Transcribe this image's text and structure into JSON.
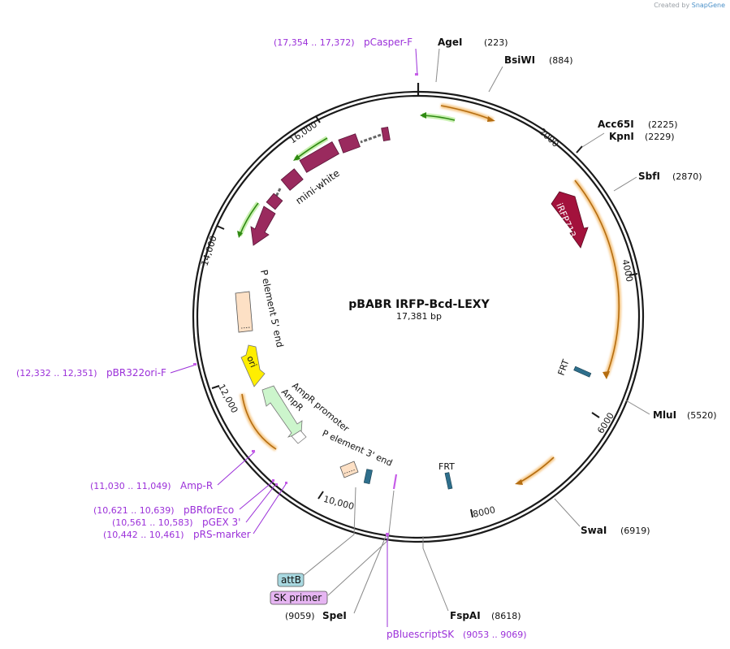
{
  "watermark": {
    "prefix": "Created by",
    "brand": "SnapGene"
  },
  "plasmid": {
    "name": "pBABR IRFP-Bcd-LEXY",
    "length": "17,381 bp"
  },
  "ticks": [
    "2000",
    "4000",
    "6000",
    "8000",
    "10,000",
    "12,000",
    "14,000",
    "16,000"
  ],
  "enzymes": [
    {
      "name": "AgeI",
      "pos": "(223)"
    },
    {
      "name": "BsiWI",
      "pos": "(884)"
    },
    {
      "name": "Acc65I",
      "pos": "(2225)"
    },
    {
      "name": "KpnI",
      "pos": "(2229)"
    },
    {
      "name": "SbfI",
      "pos": "(2870)"
    },
    {
      "name": "MluI",
      "pos": "(5520)"
    },
    {
      "name": "SwaI",
      "pos": "(6919)"
    },
    {
      "name": "FspAI",
      "pos": "(8618)"
    },
    {
      "name": "SpeI",
      "pos": "(9059)"
    }
  ],
  "primers": [
    {
      "name": "pCasper-F",
      "range": "(17,354 .. 17,372)"
    },
    {
      "name": "pBR322ori-F",
      "range": "(12,332 .. 12,351)"
    },
    {
      "name": "Amp-R",
      "range": "(11,030 .. 11,049)"
    },
    {
      "name": "pBRforEco",
      "range": "(10,621 .. 10,639)"
    },
    {
      "name": "pGEX 3'",
      "range": "(10,561 .. 10,583)"
    },
    {
      "name": "pRS-marker",
      "range": "(10,442 .. 10,461)"
    },
    {
      "name": "pBluescriptSK",
      "range": "(9053 .. 9069)"
    }
  ],
  "features": {
    "irfp": "iRFP713",
    "mini_white": "mini-white",
    "p5": "P element 5' end",
    "ori": "ori",
    "ampr": "AmpR",
    "ampr_promoter": "AmpR promoter",
    "p3": "P element 3' end",
    "frt1": "FRT",
    "frt2": "FRT",
    "attb": "attB",
    "sk_primer": "SK primer"
  },
  "colors": {
    "backbone": "#1a1a1a",
    "enzyme_line": "#8a8a8a",
    "primer": "#9b30d9",
    "orange_orf": "#c77d1a",
    "green_orf": "#3a9a1a",
    "mini_white": "#9a2a5e",
    "irfp": "#a3123c",
    "ori": "#ffee00",
    "ampr": "#ccf5cc",
    "p_element": "#fde0c5",
    "frt": "#2e6f8c",
    "attb_box": "#a8d8e0",
    "sk_box": "#e6b5f2"
  }
}
